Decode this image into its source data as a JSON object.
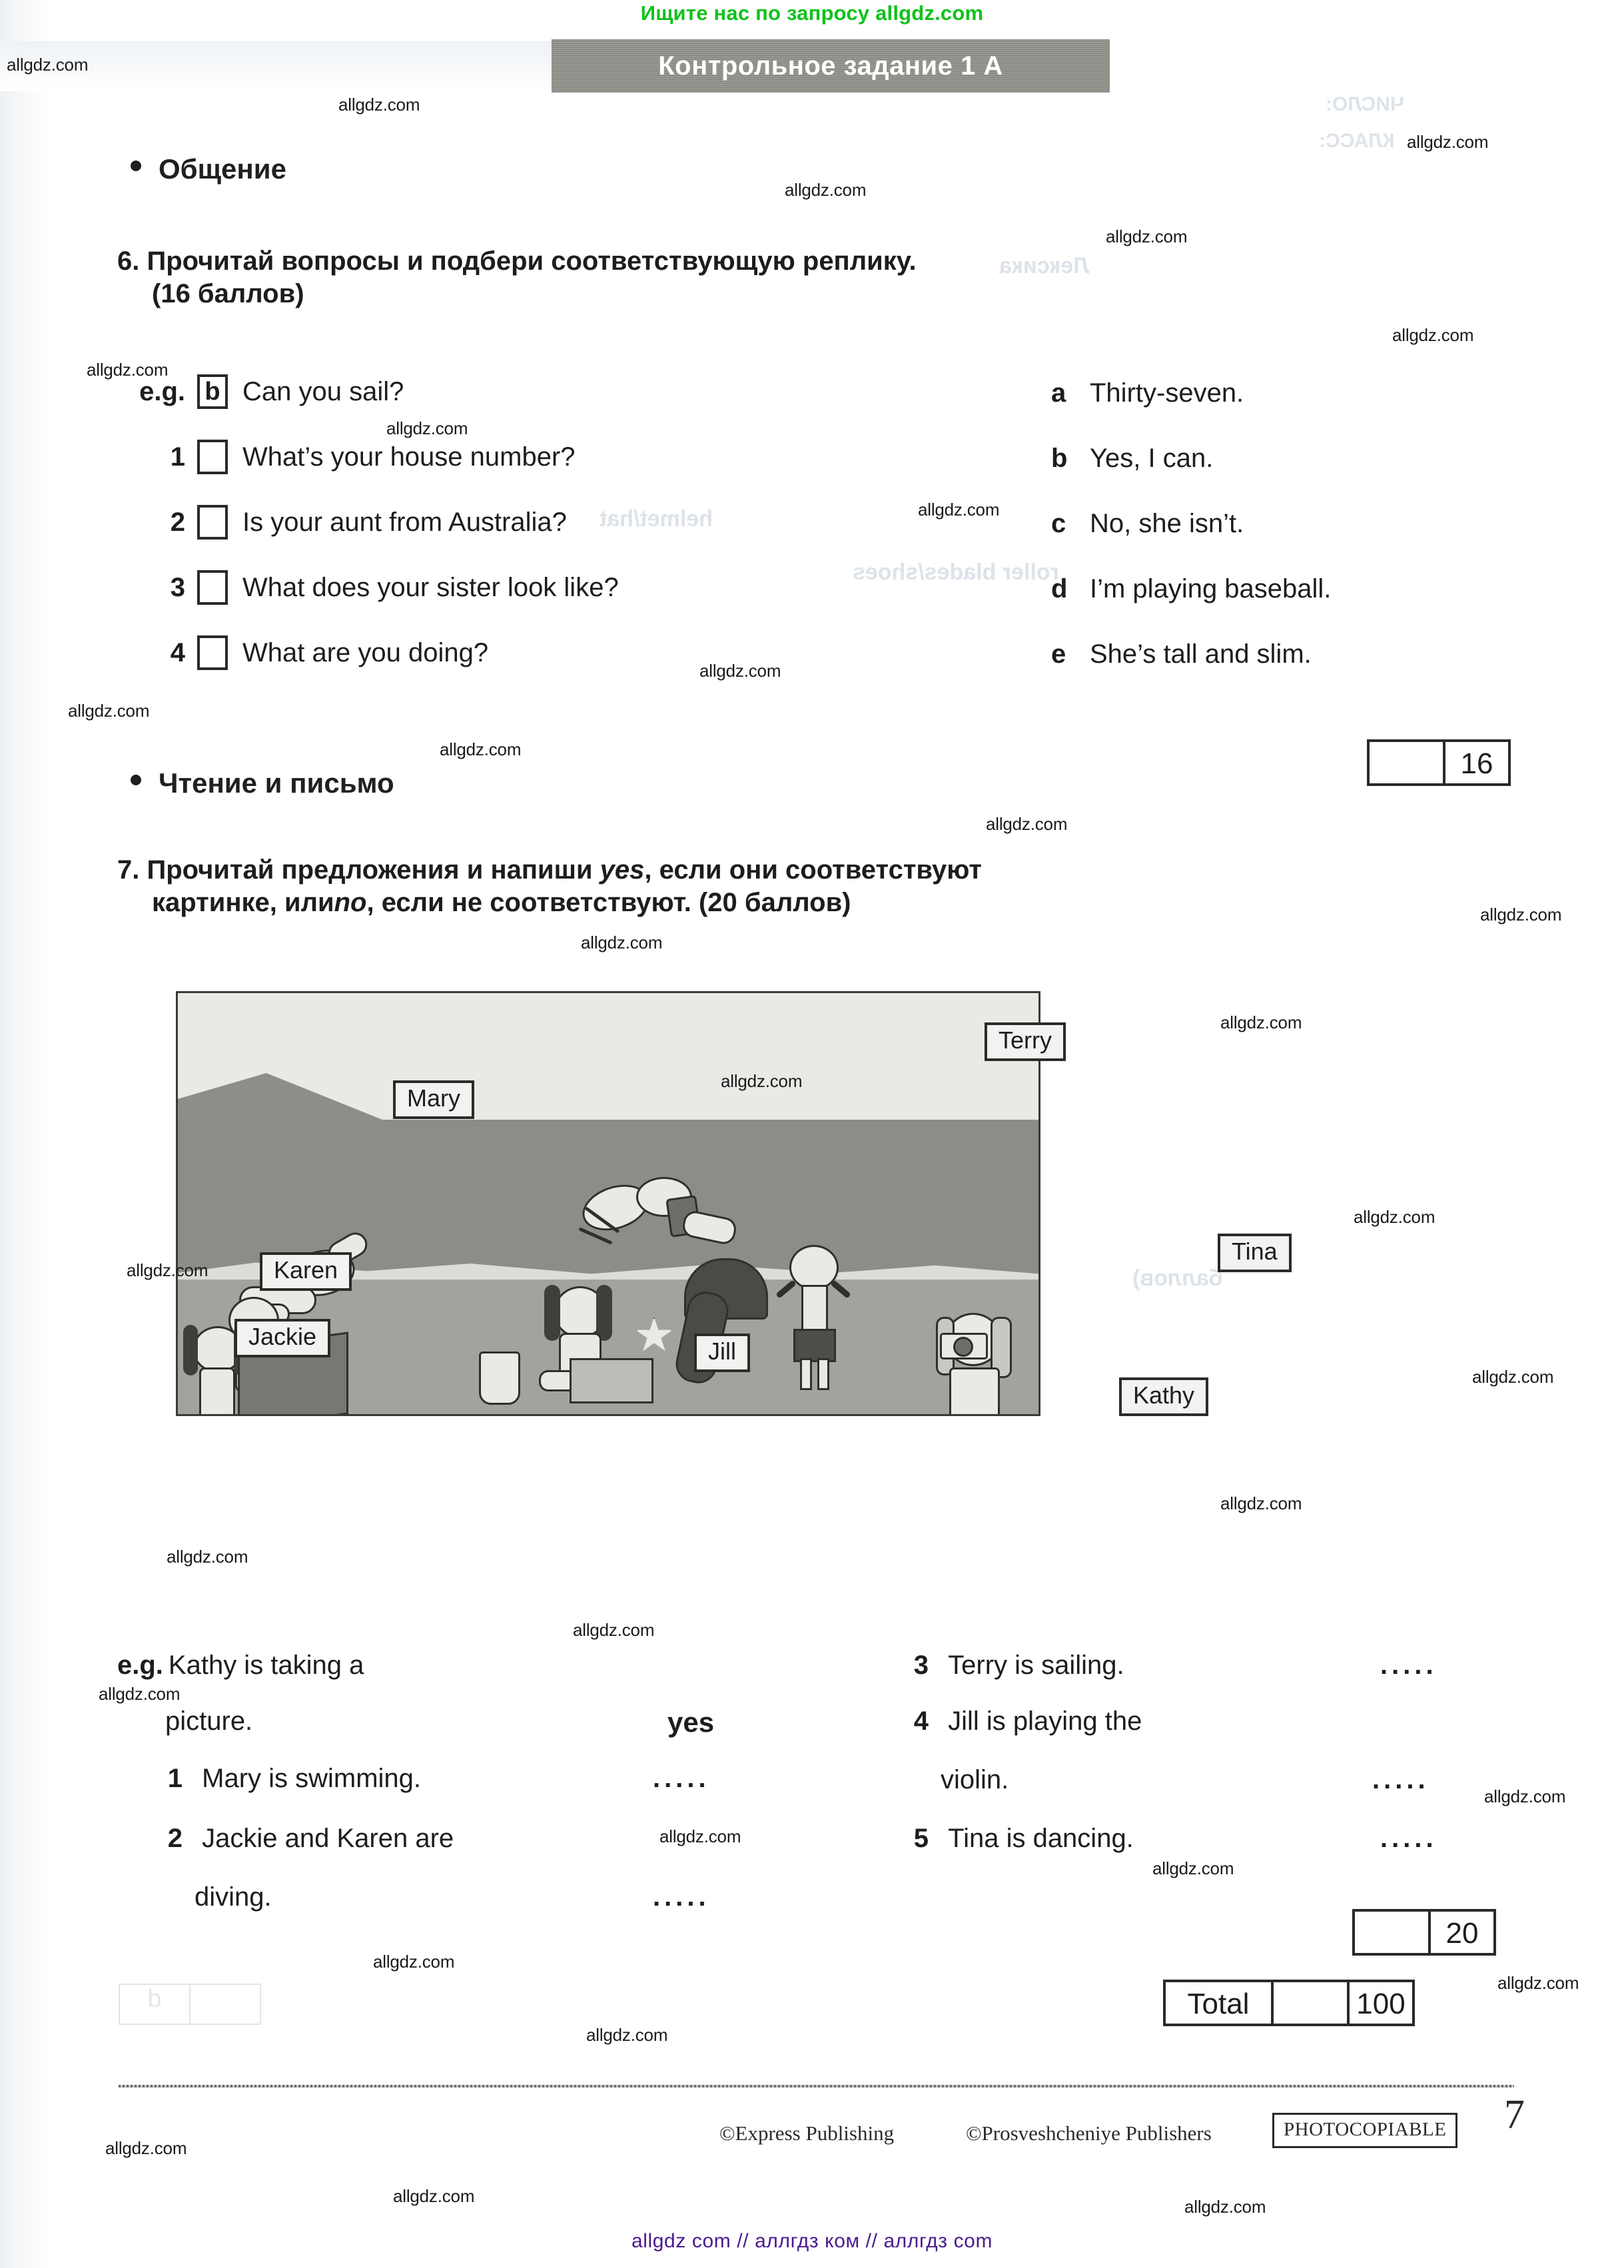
{
  "watermarks": {
    "top_green": "Ищите нас по запросу allgdz.com",
    "bottom_purple": "allgdz com  //  аллгдз ком  //  аллгдз com",
    "tile_text": "allgdz.com"
  },
  "banner": {
    "title": "Контрольное задание 1 A"
  },
  "sections": {
    "speaking": {
      "label": "Общение"
    },
    "reading_writing": {
      "label": "Чтение и письмо"
    }
  },
  "exercise6": {
    "number": "6.",
    "prompt_line1": "Прочитай вопросы и подбери соответствующую реплику.",
    "prompt_line2": "(16 баллов)",
    "questions": [
      {
        "num": "e.g.",
        "box": "b",
        "text": "Can you sail?"
      },
      {
        "num": "1",
        "box": "",
        "text": "What’s your house number?"
      },
      {
        "num": "2",
        "box": "",
        "text": "Is your aunt from Australia?"
      },
      {
        "num": "3",
        "box": "",
        "text": "What does your sister look like?"
      },
      {
        "num": "4",
        "box": "",
        "text": "What are you doing?"
      }
    ],
    "answers": [
      {
        "letter": "a",
        "text": "Thirty-seven."
      },
      {
        "letter": "b",
        "text": "Yes, I can."
      },
      {
        "letter": "c",
        "text": "No, she isn’t."
      },
      {
        "letter": "d",
        "text": "I’m playing baseball."
      },
      {
        "letter": "e",
        "text": "She’s tall and slim."
      }
    ],
    "score": {
      "blank": "",
      "max": "16"
    }
  },
  "exercise7": {
    "number": "7.",
    "prompt_part1": "Прочитай предложения и напиши ",
    "prompt_yes": "yes",
    "prompt_part2": ", если они соответствуют",
    "prompt_part3": "картинке, или ",
    "prompt_no": "no",
    "prompt_part4": ", если не соответствуют. (20 баллов)",
    "picture_labels": [
      "Terry",
      "Mary",
      "Tina",
      "Karen",
      "Jackie",
      "Jill",
      "Kathy"
    ],
    "statements_left": [
      {
        "num": "e.g.",
        "text_line1": "Kathy is taking a",
        "text_line2": "picture.",
        "answer": "yes"
      },
      {
        "num": "1",
        "text_line1": "Mary is swimming.",
        "text_line2": "",
        "answer": "....."
      },
      {
        "num": "2",
        "text_line1": "Jackie and Karen are",
        "text_line2": "diving.",
        "answer": "....."
      }
    ],
    "statements_right": [
      {
        "num": "3",
        "text_line1": "Terry is sailing.",
        "text_line2": "",
        "answer": "....."
      },
      {
        "num": "4",
        "text_line1": "Jill is playing the",
        "text_line2": "violin.",
        "answer": "....."
      },
      {
        "num": "5",
        "text_line1": "Tina is dancing.",
        "text_line2": "",
        "answer": "....."
      }
    ],
    "score": {
      "blank": "",
      "max": "20"
    }
  },
  "total": {
    "label": "Total",
    "blank": "",
    "max": "100"
  },
  "footer": {
    "credit_express": "©Express Publishing",
    "credit_prosv": "©Prosveshcheniye Publishers",
    "photocopiable": "PHOTOCOPIABLE",
    "page_number": "7"
  }
}
